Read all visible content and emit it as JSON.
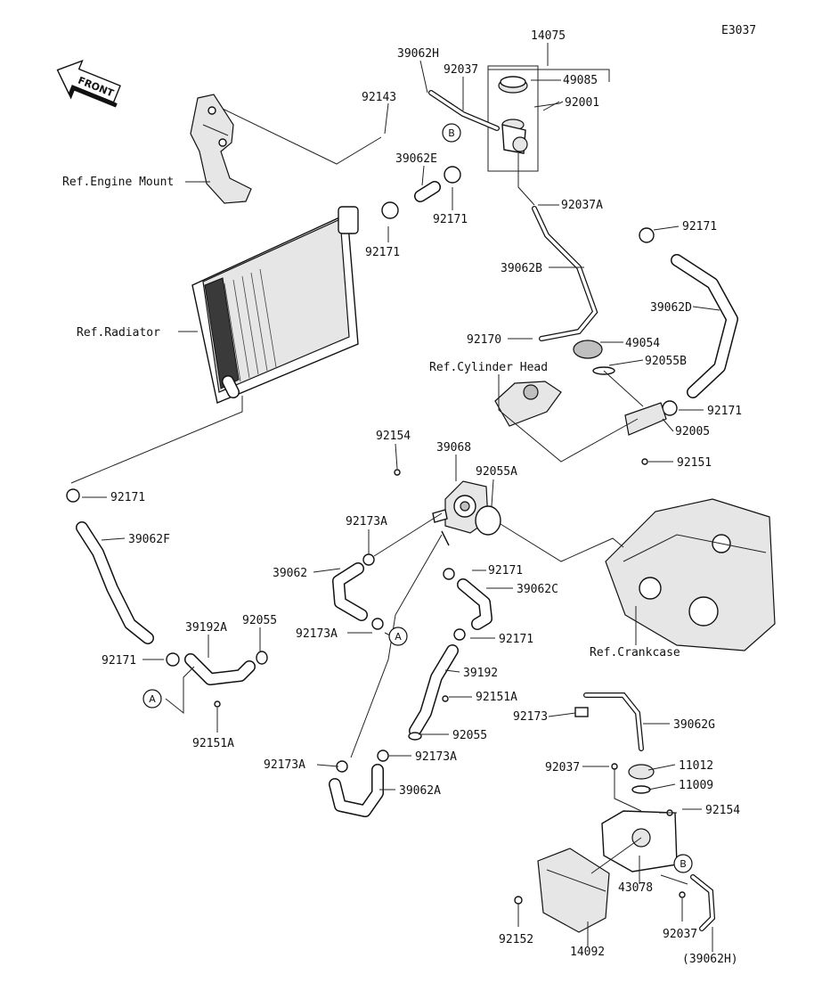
{
  "diagram_code": "E3037",
  "front_label": "FRONT",
  "references": {
    "engine_mount": "Ref.Engine Mount",
    "radiator": "Ref.Radiator",
    "cylinder_head": "Ref.Cylinder Head",
    "crankcase": "Ref.Crankcase"
  },
  "callouts": {
    "A": "A",
    "B": "B"
  },
  "parts": {
    "p14075": "14075",
    "p39062H": "39062H",
    "p92037_top": "92037",
    "p49085": "49085",
    "p92143": "92143",
    "p92001": "92001",
    "p39062E": "39062E",
    "p92171_a": "92171",
    "p92171_b": "92171",
    "p92037A": "92037A",
    "p92171_c": "92171",
    "p39062B": "39062B",
    "p39062D": "39062D",
    "p92170": "92170",
    "p49054": "49054",
    "p92055B": "92055B",
    "p92171_d": "92171",
    "p92005": "92005",
    "p92151": "92151",
    "p92154_top": "92154",
    "p39068": "39068",
    "p92055A": "92055A",
    "p92171_e": "92171",
    "p39062F": "39062F",
    "p92173A_a": "92173A",
    "p39062": "39062",
    "p92171_f": "92171",
    "p39062C": "39062C",
    "p92173A_b": "92173A",
    "p92171_g": "92171",
    "p39192A": "39192A",
    "p92055_left": "92055",
    "p92171_h": "92171",
    "p39192": "39192",
    "p92151A_right": "92151A",
    "p92173": "92173",
    "p39062G": "39062G",
    "p92055_mid": "92055",
    "p92151A_left": "92151A",
    "p92173A_c": "92173A",
    "p92173A_d": "92173A",
    "p92037_mid": "92037",
    "p11012": "11012",
    "p11009": "11009",
    "p39062A": "39062A",
    "p92154_bottom": "92154",
    "p43078": "43078",
    "p92152": "92152",
    "p14092": "14092",
    "p92037_bottom": "92037",
    "p39062H_paren": "(39062H)"
  }
}
